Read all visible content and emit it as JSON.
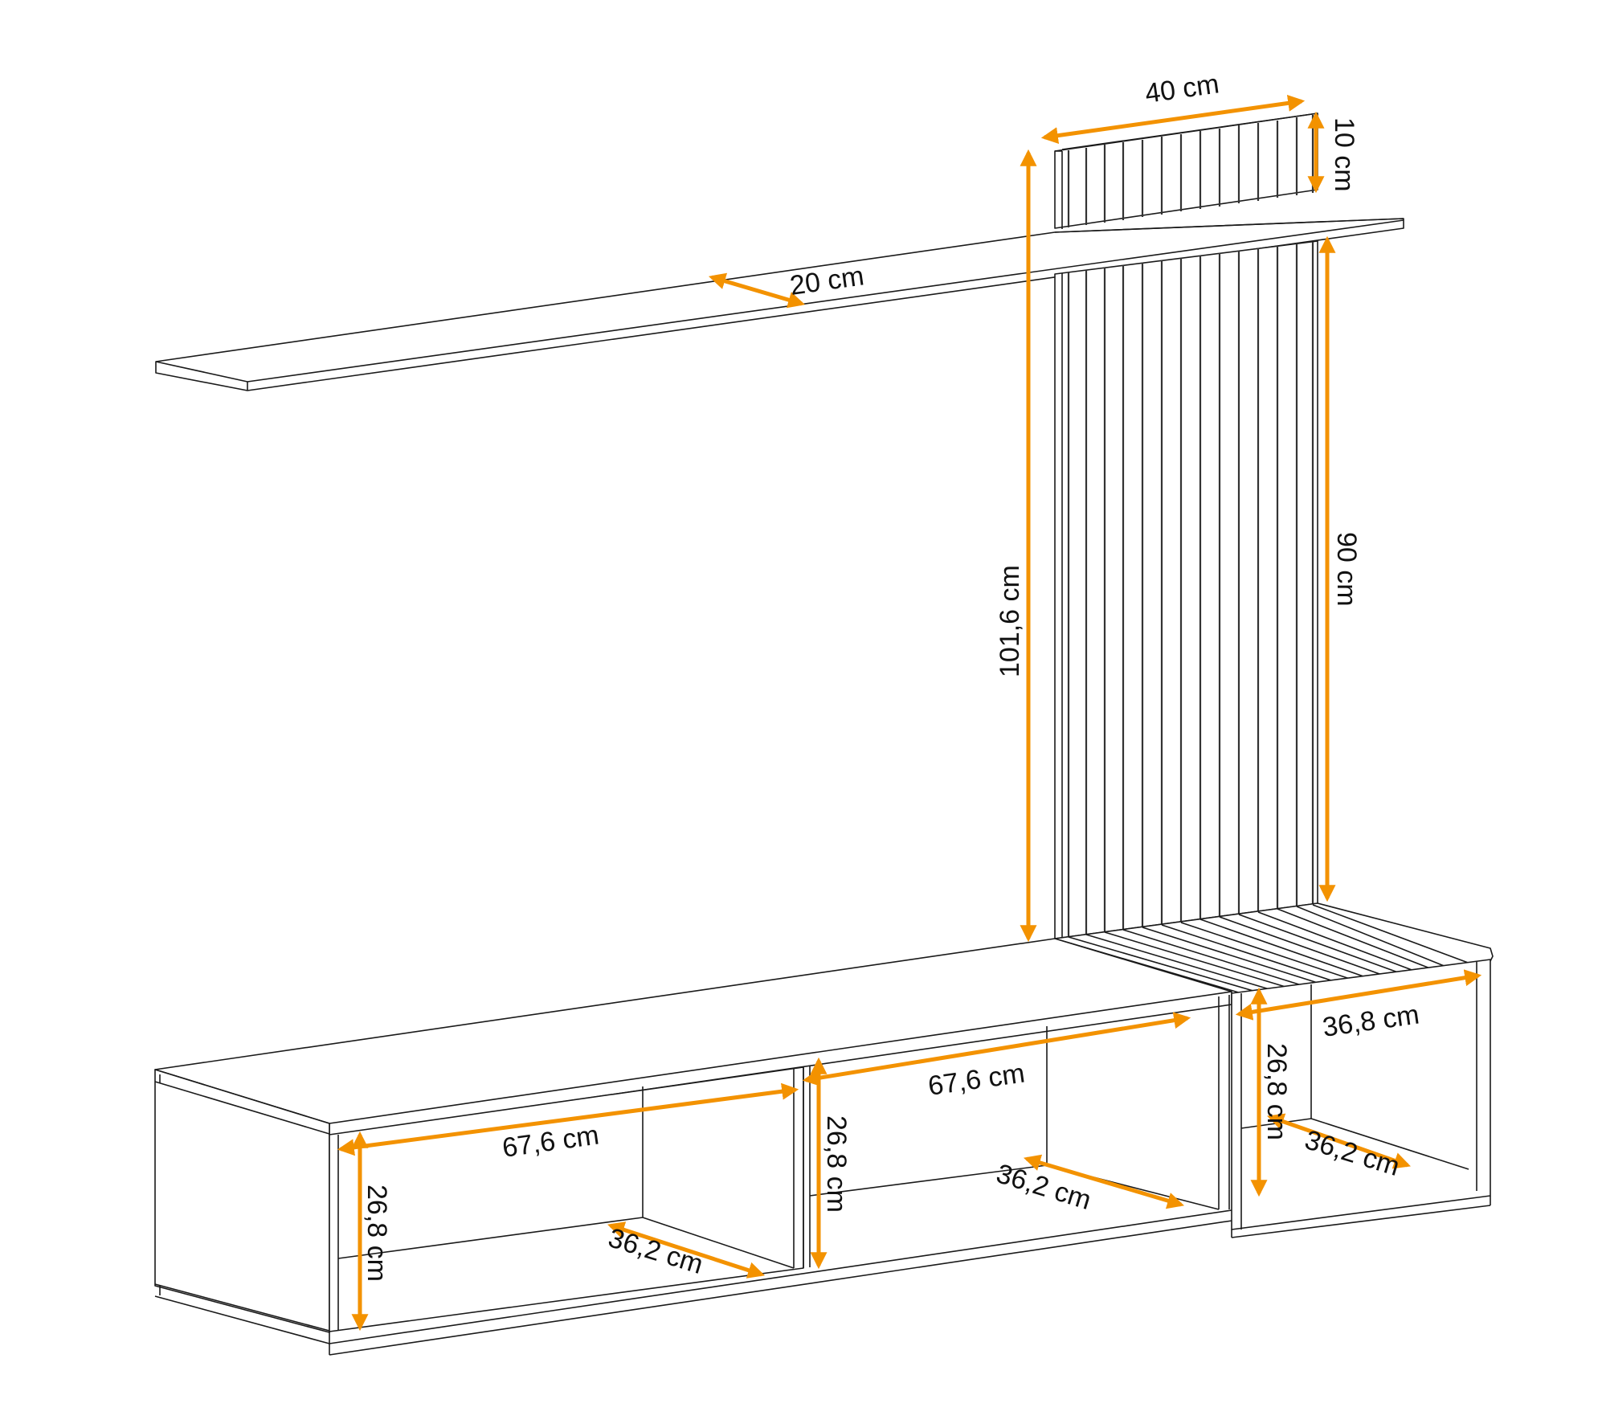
{
  "diagram": {
    "subject": "Wall-mounted TV unit with slatted panel, shelf and three open cabinets",
    "accent_color": "#f39200",
    "line_color": "#1a1a1a",
    "background": "#ffffff"
  },
  "dimensions": {
    "top_panel_width": "40 cm",
    "top_panel_height": "10 cm",
    "shelf_depth": "20 cm",
    "panel_total_height": "101,6 cm",
    "panel_slat_height": "90 cm",
    "left_cabinet_width": "67,6 cm",
    "left_cabinet_height": "26,8 cm",
    "left_cabinet_depth": "36,2 cm",
    "middle_cabinet_width": "67,6 cm",
    "middle_cabinet_height": "26,8 cm",
    "middle_cabinet_depth": "36,2 cm",
    "right_cabinet_width": "36,8 cm",
    "right_cabinet_height": "26,8 cm",
    "right_cabinet_depth": "36,2 cm"
  }
}
